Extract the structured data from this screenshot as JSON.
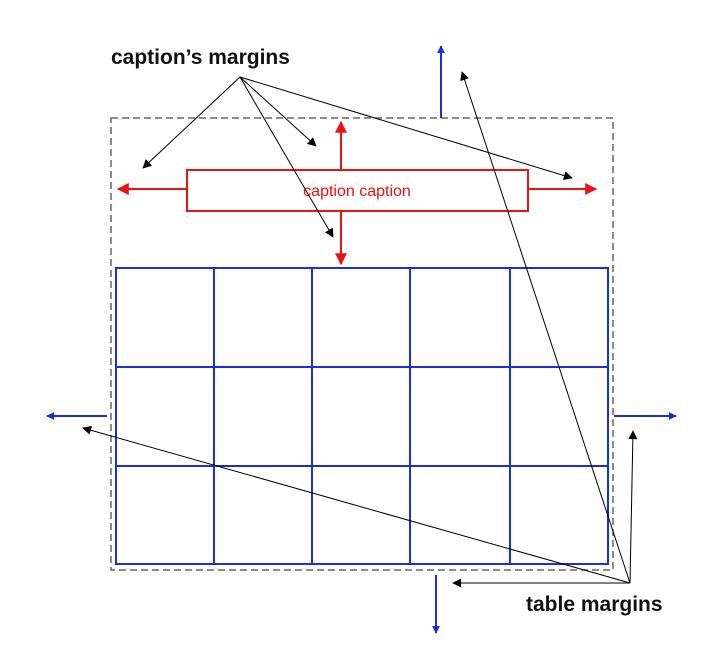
{
  "labels": {
    "caption_margins": "caption’s margins",
    "table_margins": "table margins"
  },
  "caption": {
    "text": "caption caption"
  },
  "table": {
    "rows": 3,
    "columns": 5
  },
  "colors": {
    "caption": "#ee1111",
    "table": "#1a2ee0",
    "annotation": "#000000",
    "dashed_border": "#666666"
  }
}
